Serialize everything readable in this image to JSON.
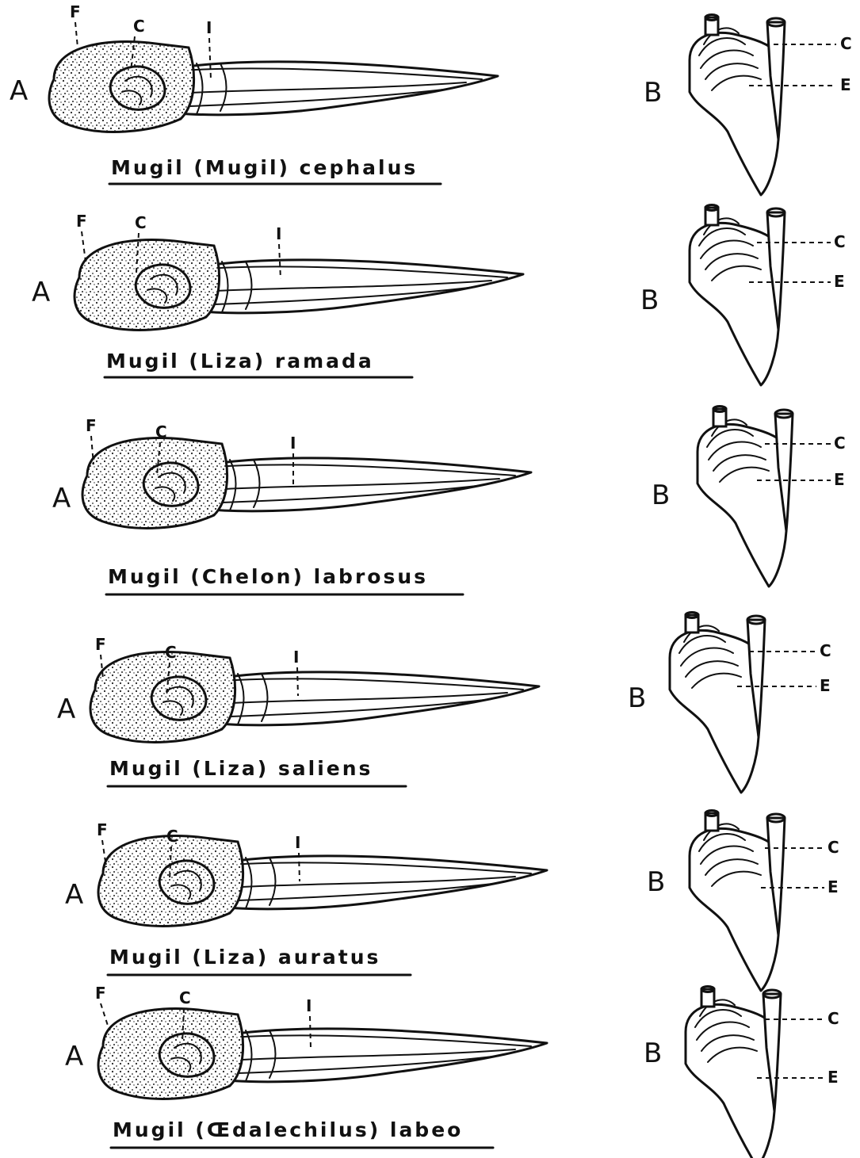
{
  "rows": [
    {
      "caption": "Mugil (Mugil) cephalus",
      "label_A": "A",
      "label_B": "B",
      "label_F": "F",
      "label_C": "C",
      "label_I": "I",
      "label_Bc": "C",
      "label_Be": "E"
    },
    {
      "caption": "Mugil (Liza) ramada",
      "label_A": "A",
      "label_B": "B",
      "label_F": "F",
      "label_C": "C",
      "label_I": "I",
      "label_Bc": "C",
      "label_Be": "E"
    },
    {
      "caption": "Mugil (Chelon) labrosus",
      "label_A": "A",
      "label_B": "B",
      "label_F": "F",
      "label_C": "C",
      "label_I": "I",
      "label_Bc": "C",
      "label_Be": "E"
    },
    {
      "caption": "Mugil (Liza) saliens",
      "label_A": "A",
      "label_B": "B",
      "label_F": "F",
      "label_C": "C",
      "label_I": "I",
      "label_Bc": "C",
      "label_Be": "E"
    },
    {
      "caption": "Mugil (Liza) auratus",
      "label_A": "A",
      "label_B": "B",
      "label_F": "F",
      "label_C": "C",
      "label_I": "I",
      "label_Bc": "C",
      "label_Be": "E"
    },
    {
      "caption": "Mugil (Œdalechilus) labeo",
      "label_A": "A",
      "label_B": "B",
      "label_F": "F",
      "label_C": "C",
      "label_I": "I",
      "label_Bc": "C",
      "label_Be": "E"
    }
  ]
}
